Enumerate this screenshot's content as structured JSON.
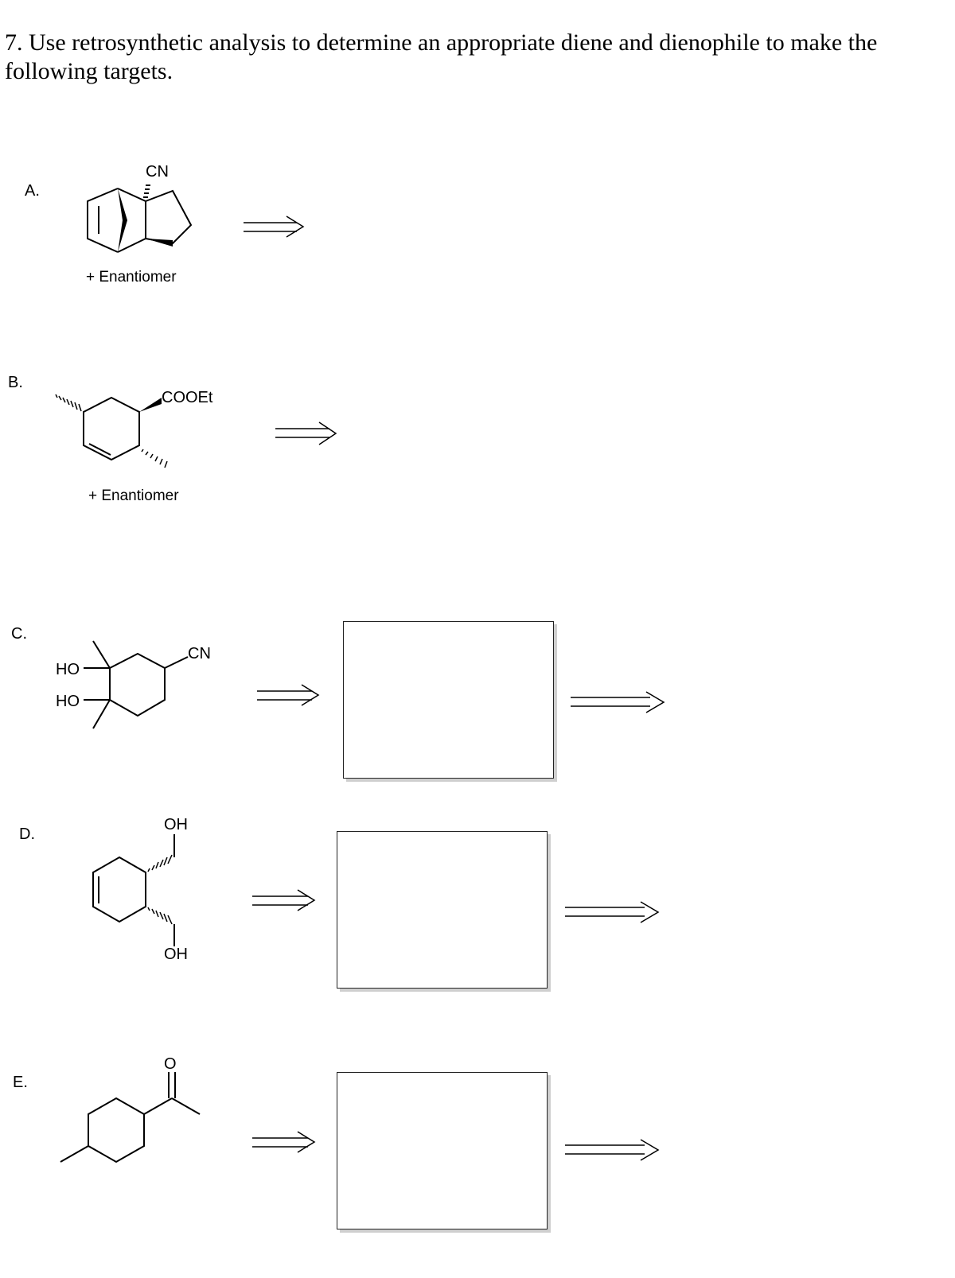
{
  "question": {
    "text": "7. Use retrosynthetic analysis to determine an appropriate diene and dienophile to make the following targets."
  },
  "parts": {
    "a": {
      "label": "A.",
      "substituent": "CN",
      "note": "+ Enantiomer"
    },
    "b": {
      "label": "B.",
      "substituent": "COOEt",
      "note": "+ Enantiomer"
    },
    "c": {
      "label": "C.",
      "ho_top": "HO",
      "ho_bottom": "HO",
      "substituent": "CN"
    },
    "d": {
      "label": "D.",
      "oh_top": "OH",
      "oh_bottom": "OH"
    },
    "e": {
      "label": "E.",
      "carbonyl_o": "O"
    }
  }
}
